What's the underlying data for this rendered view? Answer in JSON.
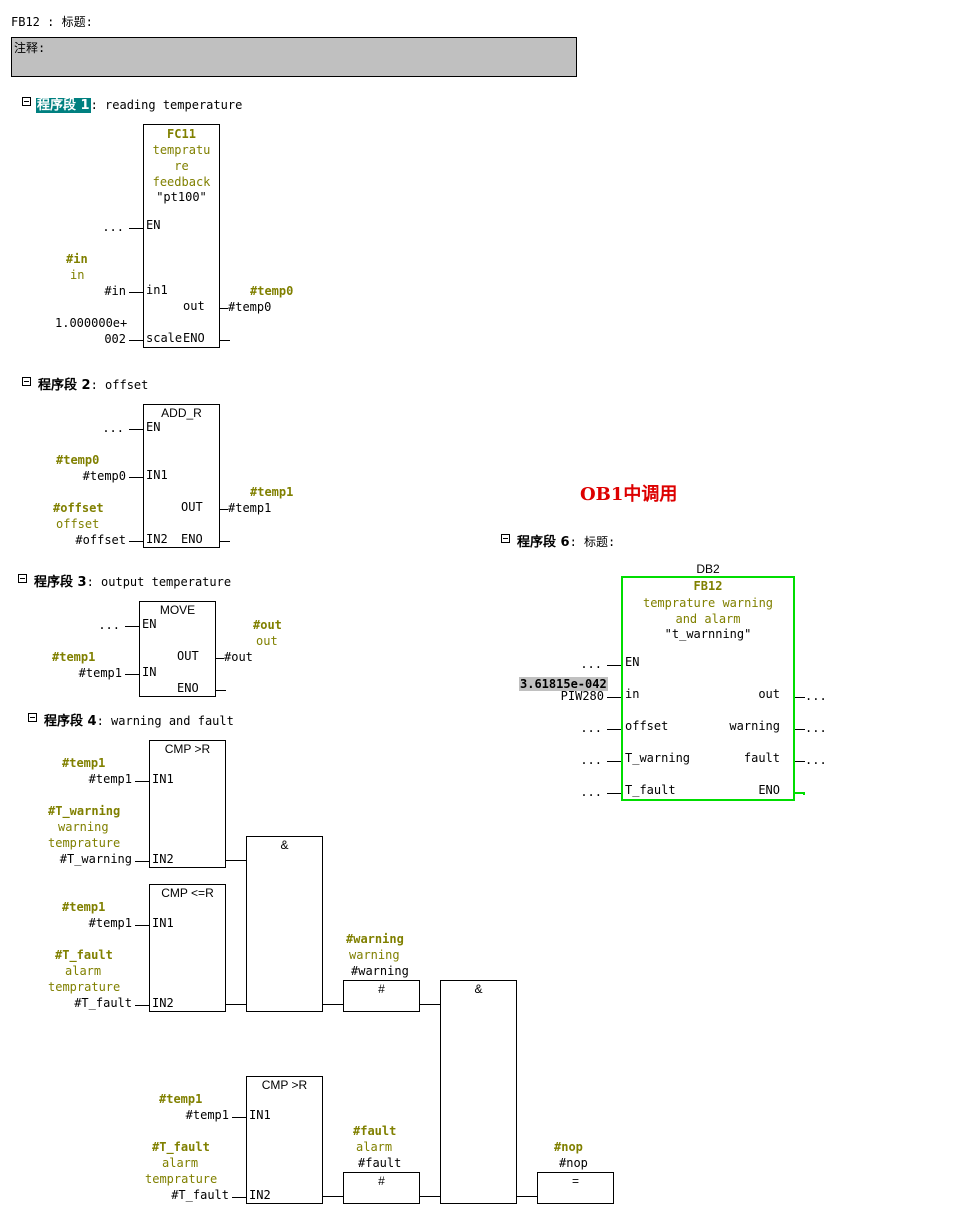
{
  "header": {
    "title": "FB12 : 标题:",
    "comment_label": "注释:"
  },
  "note": "OB1中调用",
  "network1": {
    "segment": "程序段 1",
    "desc": ": reading temperature",
    "block": {
      "name": "FC11",
      "comment": [
        "tempratu",
        "re",
        "feedback"
      ],
      "symbol": "\"pt100\""
    },
    "pins": {
      "en": "EN",
      "in1": "in1",
      "scale": "scale",
      "out": "out",
      "eno": "ENO"
    },
    "in_sym": "#in",
    "in_cmt": "in",
    "in_val": "#in",
    "en_val": "...",
    "scale_val": [
      "1.000000e+",
      "002"
    ],
    "out_sym": "#temp0",
    "out_val": "#temp0"
  },
  "network2": {
    "segment": "程序段 2",
    "desc": ": offset",
    "block": "ADD_R",
    "pins": {
      "en": "EN",
      "in1": "IN1",
      "in2": "IN2",
      "out": "OUT",
      "eno": "ENO"
    },
    "en_val": "...",
    "in1_sym": "#temp0",
    "in1_val": "#temp0",
    "in2_sym": "#offset",
    "in2_cmt": "offset",
    "in2_val": "#offset",
    "out_sym": "#temp1",
    "out_val": "#temp1"
  },
  "network3": {
    "segment": "程序段 3",
    "desc": ": output temperature",
    "block": "MOVE",
    "pins": {
      "en": "EN",
      "in": "IN",
      "out": "OUT",
      "eno": "ENO"
    },
    "en_val": "...",
    "in_sym": "#temp1",
    "in_val": "#temp1",
    "out_sym": "#out",
    "out_cmt": "out",
    "out_val": "#out"
  },
  "network4": {
    "segment": "程序段 4",
    "desc": ": warning and fault",
    "cmp1": {
      "name": "CMP >R",
      "in1": "IN1",
      "in2": "IN2",
      "in1_sym": "#temp1",
      "in1_val": "#temp1",
      "in2_sym": "#T_warning",
      "in2_cmt": [
        "warning",
        "temprature"
      ],
      "in2_val": "#T_warning"
    },
    "cmp2": {
      "name": "CMP <=R",
      "in1": "IN1",
      "in2": "IN2",
      "in1_sym": "#temp1",
      "in1_val": "#temp1",
      "in2_sym": "#T_fault",
      "in2_cmt": [
        "alarm",
        "temprature"
      ],
      "in2_val": "#T_fault"
    },
    "cmp3": {
      "name": "CMP >R",
      "in1": "IN1",
      "in2": "IN2",
      "in1_sym": "#temp1",
      "in1_val": "#temp1",
      "in2_sym": "#T_fault",
      "in2_cmt": [
        "alarm",
        "temprature"
      ],
      "in2_val": "#T_fault"
    },
    "and1": "&",
    "and2": "&",
    "coil1": {
      "label": "#",
      "sym": "#warning",
      "cmt": "warning",
      "val": "#warning"
    },
    "coil2": {
      "label": "#",
      "sym": "#fault",
      "cmt": "alarm",
      "val": "#fault"
    },
    "coil3": {
      "label": "=",
      "sym": "#nop",
      "val": "#nop"
    }
  },
  "network6": {
    "segment": "程序段 6",
    "desc": ": 标题:",
    "db": "DB2",
    "block": {
      "name": "FB12",
      "comment": [
        "temprature warning",
        "and alarm"
      ],
      "symbol": "\"t_warnning\""
    },
    "pins": {
      "en": "EN",
      "in": "in",
      "offset": "offset",
      "t_warning": "T_warning",
      "t_fault": "T_fault",
      "out": "out",
      "warning": "warning",
      "fault": "fault",
      "eno": "ENO"
    },
    "en_val": "...",
    "in_const": "3.61815e-042",
    "in_val": "PIW280",
    "offset_val": "...",
    "t_warning_val": "...",
    "t_fault_val": "...",
    "out_val": "...",
    "warning_val": "...",
    "fault_val": "..."
  },
  "colors": {
    "olive": "#808000",
    "highlight": "#008080",
    "green": "#00dd00",
    "red": "#dd0000",
    "comment_bg": "#c0c0c0"
  }
}
